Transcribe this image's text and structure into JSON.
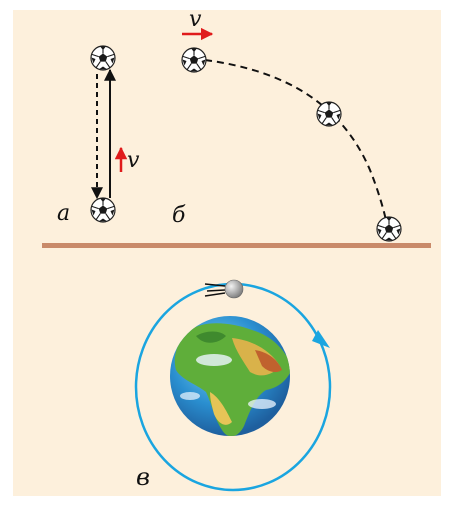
{
  "figure": {
    "panel_background": "#fdf0dc",
    "ground_color": "#c98a6a",
    "orbit_color": "#1aa5e0",
    "velocity_color": "#e01b1b",
    "labels": {
      "a": "а",
      "b": "б",
      "c": "в",
      "velocity": "v"
    },
    "icons": {
      "ball": "soccer-ball-icon",
      "satellite": "satellite-icon",
      "earth": "earth-globe-icon"
    }
  }
}
